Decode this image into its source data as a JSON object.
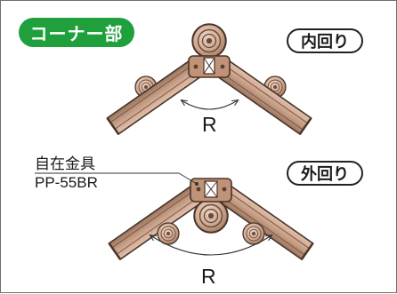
{
  "section_label": "コーナー部",
  "inner_label": "内回り",
  "outer_label": "外回り",
  "radius_label_top": "R",
  "radius_label_bottom": "R",
  "part_name": "自在金具",
  "part_code": "PP-55BR",
  "colors": {
    "badge_green": "#1fa03c",
    "rail_fill": "#c8a088",
    "rail_edge": "#5a3f30",
    "roller_fill": "#d0aa92",
    "joint_fill": "#c09378"
  }
}
